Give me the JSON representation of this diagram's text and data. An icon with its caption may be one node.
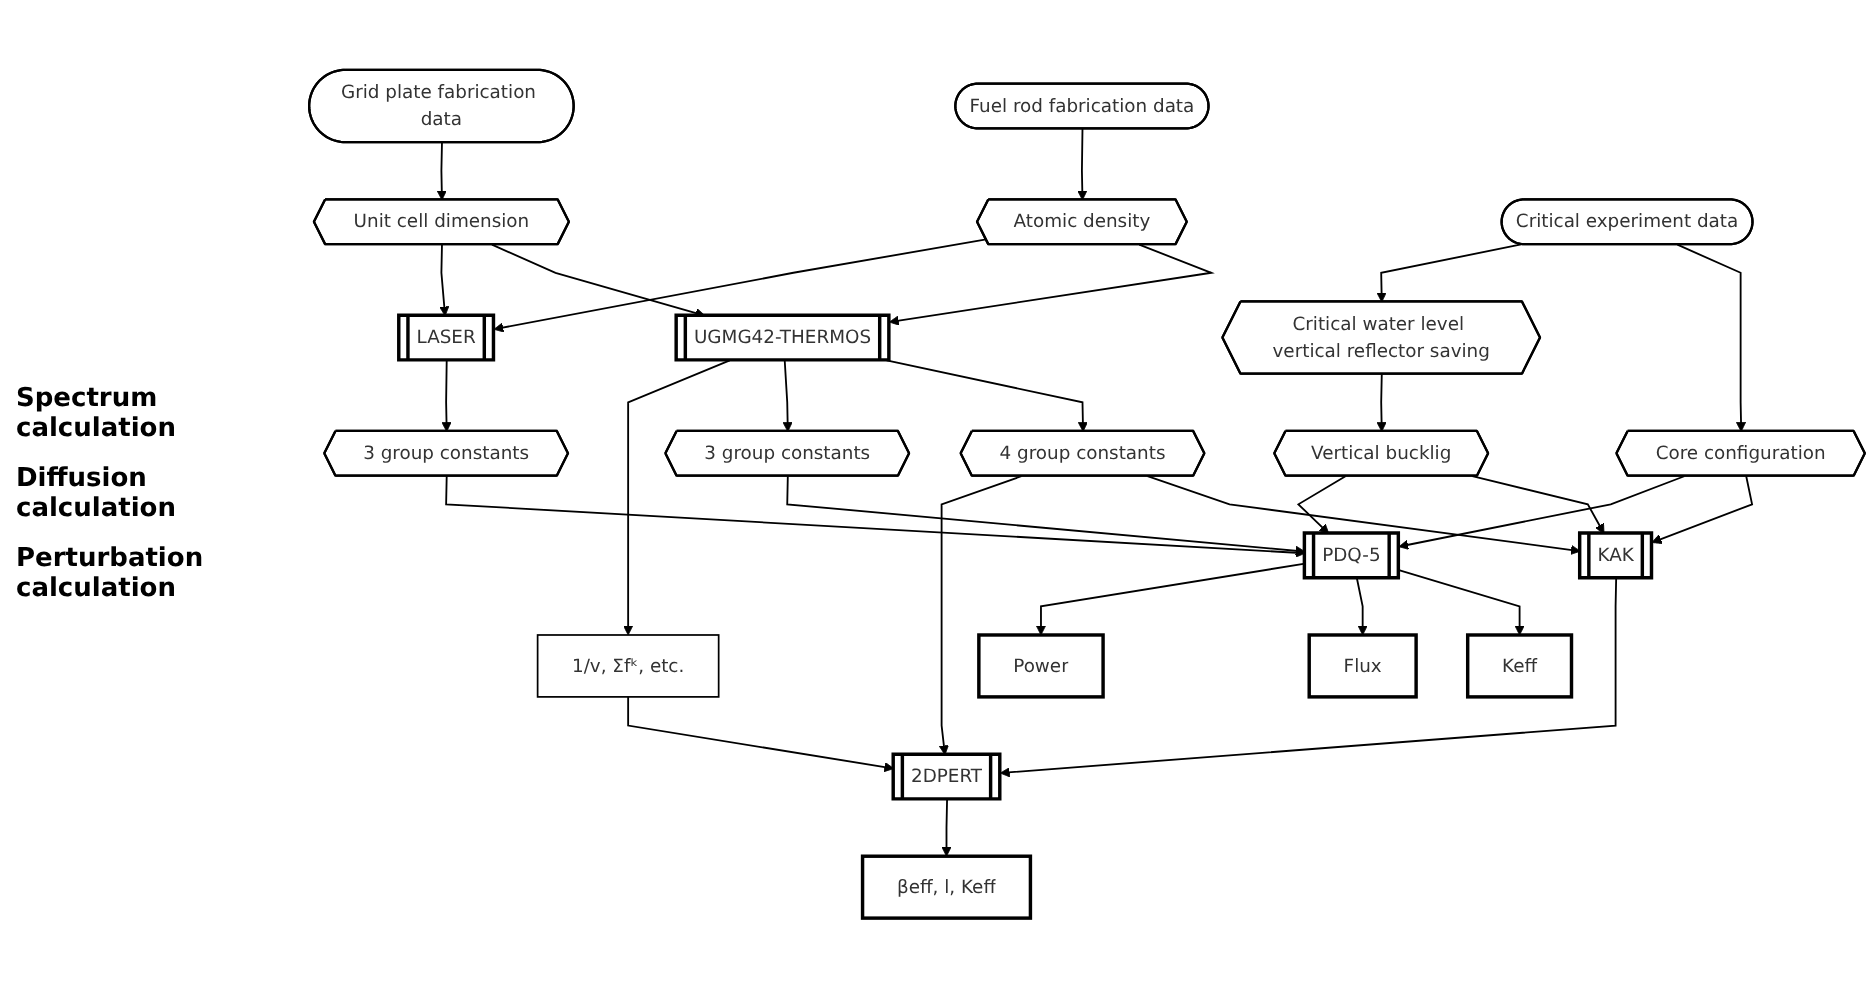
{
  "diagram": {
    "nodes": [
      {
        "text": [
          "Fuel rod fabrication data"
        ]
      },
      {
        "text": [
          "Grid plate fabrication data"
        ]
      },
      {
        "text": [
          "Critical experiment data"
        ]
      },
      {
        "text": [
          "Atomic density"
        ]
      },
      {
        "text": [
          "Unit cell dimension"
        ]
      },
      {
        "text": [
          "Core configuration"
        ]
      },
      {
        "text": [
          "Critical water level vertical reflector saving"
        ]
      },
      {
        "text": [
          "UGMG42-THERMOS"
        ]
      },
      {
        "text": [
          "LASER"
        ]
      },
      {
        "text": [
          "Vertical bucklig"
        ]
      },
      {
        "text": [
          "4 group constants"
        ]
      },
      {
        "text": [
          "3 group constants"
        ]
      },
      {
        "text": [
          "3 group constants"
        ]
      },
      {
        "text": [
          "KAK"
        ]
      },
      {
        "text": [
          "PDQ-5"
        ]
      },
      {
        "text": [
          "1/v, Σfᵏ, etc."
        ]
      },
      {
        "text": [
          "2DPERT"
        ]
      },
      {
        "text": [
          "βeff, l, Keff"
        ]
      },
      {
        "text": [
          "Keff"
        ]
      },
      {
        "text": [
          "Flux"
        ]
      },
      {
        "text": [
          "Power"
        ]
      }
    ],
    "edges": [
      {
        "from": 0,
        "to": 3,
        "arrow": "to"
      },
      {
        "from": 1,
        "to": 4,
        "arrow": "to"
      },
      {
        "from": 2,
        "to": 5,
        "arrow": "to"
      },
      {
        "from": 2,
        "to": 6,
        "arrow": "to"
      },
      {
        "from": 3,
        "to": 7,
        "arrow": "to"
      },
      {
        "from": 3,
        "to": 8,
        "arrow": "to"
      },
      {
        "from": 4,
        "to": 7,
        "arrow": "to"
      },
      {
        "from": 4,
        "to": 8,
        "arrow": "to"
      },
      {
        "from": 6,
        "to": 9,
        "arrow": "to"
      },
      {
        "from": 7,
        "to": 10,
        "arrow": "to"
      },
      {
        "from": 7,
        "to": 11,
        "arrow": "to"
      },
      {
        "from": 8,
        "to": 12,
        "arrow": "to"
      },
      {
        "from": 7,
        "to": 15,
        "arrow": "to"
      },
      {
        "from": 10,
        "to": 13,
        "arrow": "to"
      },
      {
        "from": 10,
        "to": 16,
        "arrow": "to"
      },
      {
        "from": 5,
        "to": 13,
        "arrow": "to"
      },
      {
        "from": 9,
        "to": 13,
        "arrow": "to"
      },
      {
        "from": 11,
        "to": 14,
        "arrow": "to"
      },
      {
        "from": 12,
        "to": 14,
        "arrow": "to"
      },
      {
        "from": 5,
        "to": 14,
        "arrow": "to"
      },
      {
        "from": 9,
        "to": 14,
        "arrow": "to"
      },
      {
        "from": 15,
        "to": 16,
        "arrow": "to"
      },
      {
        "from": 13,
        "to": 16,
        "arrow": "to"
      },
      {
        "from": 16,
        "to": 17,
        "arrow": "to"
      },
      {
        "from": 14,
        "to": 18,
        "arrow": "to"
      },
      {
        "from": 14,
        "to": 19,
        "arrow": "to"
      },
      {
        "from": 14,
        "to": 20,
        "arrow": "to"
      }
    ],
    "labels": [
      "Spectrum calculation",
      "Diffusion calculation",
      "Perturbation calculation"
    ]
  }
}
